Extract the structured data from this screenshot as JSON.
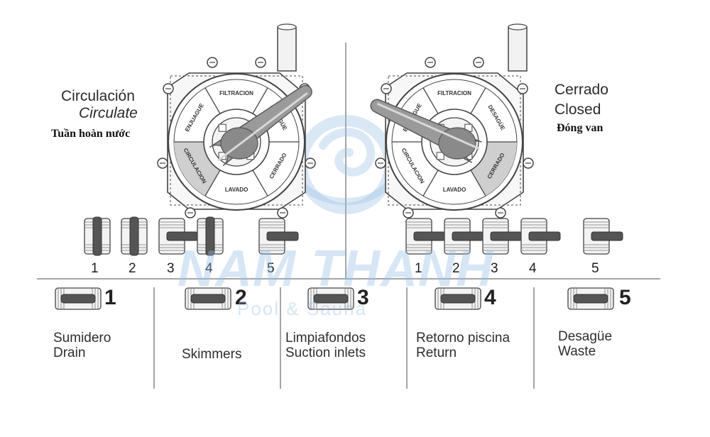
{
  "left_panel": {
    "mode_es": "Circulación",
    "mode_en": "Circulate",
    "mode_vi": "Tuần hoàn nước",
    "dial_labels": [
      "FILTRACION",
      "DESAGÜE",
      "CERRADO",
      "LAVADO",
      "CIRCULACION",
      "ENJUAGUE"
    ],
    "highlighted_position": "CIRCULACION",
    "valve_numbers": [
      "1",
      "2",
      "3",
      "4",
      "5"
    ],
    "valve_states": [
      "open",
      "open",
      "closed",
      "open",
      "closed"
    ]
  },
  "right_panel": {
    "mode_es": "Cerrado",
    "mode_en": "Closed",
    "mode_vi": "Đóng van",
    "dial_labels": [
      "FILTRACION",
      "DESAGÜE",
      "CERRADO",
      "LAVADO",
      "CIRCULACION",
      "ENJUAGUE"
    ],
    "highlighted_position": "CERRADO",
    "valve_numbers": [
      "1",
      "2",
      "3",
      "4",
      "5"
    ],
    "valve_states": [
      "closed",
      "closed",
      "closed",
      "closed",
      "closed"
    ]
  },
  "legend": [
    {
      "number": "1",
      "es": "Sumidero",
      "en": "Drain"
    },
    {
      "number": "2",
      "es": "Skimmers",
      "en": ""
    },
    {
      "number": "3",
      "es": "Limpiafondos",
      "en": "Suction inlets"
    },
    {
      "number": "4",
      "es": "Retorno piscina",
      "en": "Return"
    },
    {
      "number": "5",
      "es": "Desagüe",
      "en": "Waste"
    }
  ],
  "watermark": {
    "main": "NAM THANH",
    "sub": "Pool & Sauna"
  },
  "colors": {
    "line": "#444444",
    "shade": "#cfcfcf",
    "handle": "#9a9a9a",
    "watermark": "#96bee1"
  }
}
